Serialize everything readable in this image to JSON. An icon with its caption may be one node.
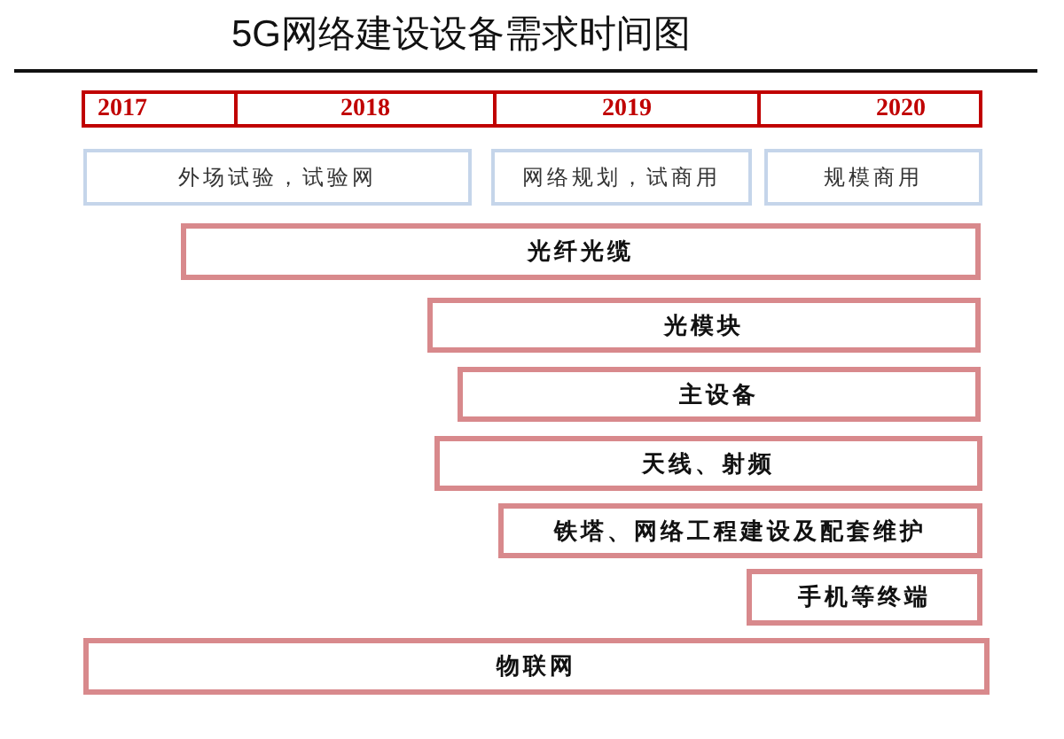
{
  "diagram": {
    "title": "5G网络建设设备需求时间图",
    "nodes": [
      {
        "text": [
          "2017"
        ]
      },
      {
        "text": [
          "2018"
        ]
      },
      {
        "text": [
          "2019"
        ]
      },
      {
        "text": [
          "2020"
        ]
      },
      {
        "text": [
          "外场试验，试验网"
        ]
      },
      {
        "text": [
          "网络规划，试商用"
        ]
      },
      {
        "text": [
          "规模商用"
        ]
      },
      {
        "text": [
          "光纤光缆"
        ]
      },
      {
        "text": [
          "光模块"
        ]
      },
      {
        "text": [
          "主设备"
        ]
      },
      {
        "text": [
          "天线、射频"
        ]
      },
      {
        "text": [
          "铁塔、网络工程建设及配套维护"
        ]
      },
      {
        "text": [
          "手机等终端"
        ]
      },
      {
        "text": [
          "物联网"
        ]
      }
    ]
  }
}
